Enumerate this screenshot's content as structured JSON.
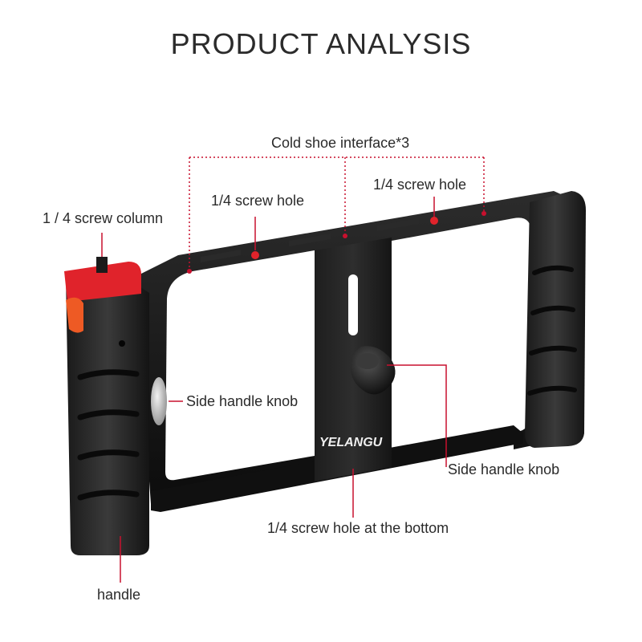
{
  "title": "PRODUCT ANALYSIS",
  "brand": "YELANGU",
  "labels": {
    "cold_shoe": "Cold shoe interface*3",
    "screw_hole_left": "1/4 screw hole",
    "screw_hole_right": "1/4 screw hole",
    "screw_column": "1 / 4 screw column",
    "side_knob_left": "Side handle knob",
    "side_knob_center": "Side handle knob",
    "screw_hole_bottom": "1/4 screw hole at the bottom",
    "handle": "handle"
  },
  "colors": {
    "accent_red": "#e0232b",
    "frame_black": "#151515",
    "leader_red": "#c8102e"
  }
}
